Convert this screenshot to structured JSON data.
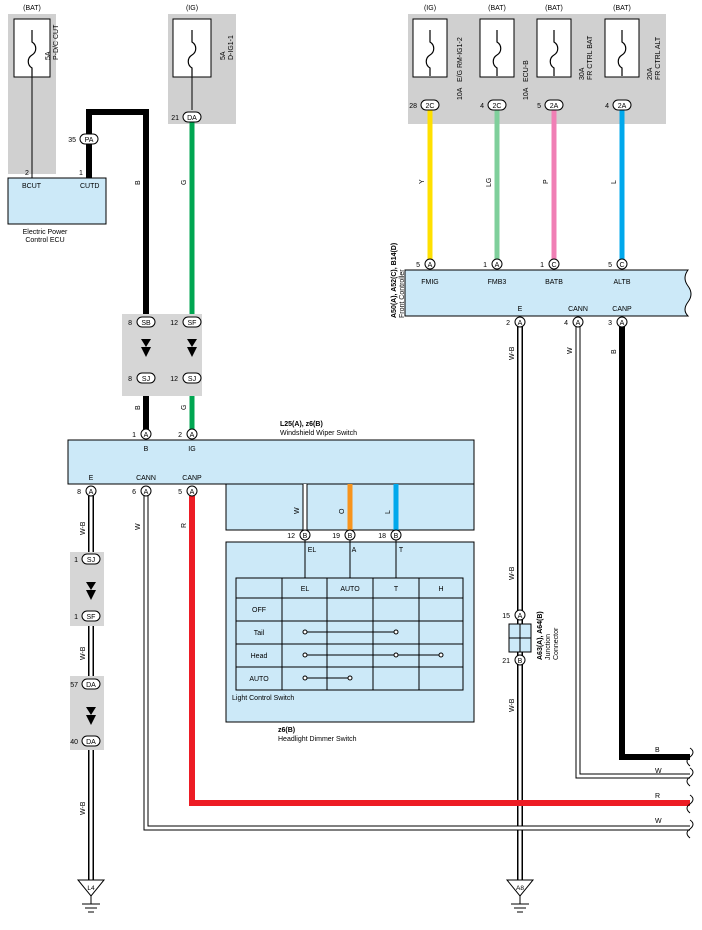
{
  "colors": {
    "black": "#000000",
    "green": "#00a651",
    "yellow": "#ffe000",
    "light_green": "#7fcf9b",
    "pink": "#f07fb5",
    "blue": "#00a8ec",
    "red": "#ed1c24",
    "white_wire": "#ffffff",
    "orange": "#f7941d",
    "component_fill": "#cce9f8",
    "fuse_box": "#d0d0d0",
    "connector_bg": "#d6d6d6"
  },
  "power": {
    "bat1": "(BAT)",
    "ig1": "(IG)",
    "ig2": "(IG)",
    "bat2": "(BAT)",
    "bat3": "(BAT)",
    "bat4": "(BAT)"
  },
  "fuses": {
    "f1": {
      "rating": "5A",
      "name": "P-D/C CUT"
    },
    "f2": {
      "rating": "5A",
      "name": "D-IG1-1"
    },
    "f3": {
      "rating": "10A",
      "name": "E/G RM-IG1-2"
    },
    "f4": {
      "rating": "10A",
      "name": "ECU-B"
    },
    "f5": {
      "rating": "30A",
      "name": "FR CTRL BAT"
    },
    "f6": {
      "rating": "20A",
      "name": "FR CTRL ALT"
    }
  },
  "ecu": {
    "name_line1": "Electric Power",
    "name_line2": "Control ECU",
    "pin_bcut": "BCUT",
    "pin_cutd": "CUTD",
    "pin2": "2",
    "pin1": "1"
  },
  "front_controller": {
    "id": "A50(A), A52(C), B14(D)",
    "name": "Front Controller",
    "pins": {
      "fmig": "FMIG",
      "fmb3": "FMB3",
      "batb": "BATB",
      "altb": "ALTB",
      "e": "E",
      "cann": "CANN",
      "canp": "CANP"
    },
    "nums": {
      "fmig": "5",
      "fmb3": "1",
      "batb": "1",
      "altb": "5",
      "e": "2",
      "cann": "4",
      "canp": "3"
    },
    "conns": {
      "fmig": "A",
      "fmb3": "A",
      "batb": "C",
      "altb": "C",
      "e": "A",
      "cann": "A",
      "canp": "A"
    }
  },
  "top_conns": {
    "pa": {
      "num": "35",
      "id": "PA"
    },
    "da": {
      "num": "21",
      "id": "DA"
    },
    "c2a": {
      "num": "28",
      "id": "2C"
    },
    "c2b": {
      "num": "4",
      "id": "2C"
    },
    "a2a": {
      "num": "5",
      "id": "2A"
    },
    "a2b": {
      "num": "4",
      "id": "2A"
    }
  },
  "mid_conns": {
    "sb": {
      "num": "8",
      "id": "SB"
    },
    "sf": {
      "num": "12",
      "id": "SF"
    },
    "sj1": {
      "num": "8",
      "id": "SJ"
    },
    "sj2": {
      "num": "12",
      "id": "SJ"
    }
  },
  "left_conns": {
    "sj": {
      "num": "1",
      "id": "SJ"
    },
    "sf": {
      "num": "1",
      "id": "SF"
    },
    "da57": {
      "num": "57",
      "id": "DA"
    },
    "da40": {
      "num": "40",
      "id": "DA"
    }
  },
  "wiper_switch": {
    "id": "L25(A), z6(B)",
    "name": "Windshield Wiper Switch",
    "pins": {
      "b": "B",
      "ig": "IG",
      "e": "E",
      "cann": "CANN",
      "canp": "CANP"
    },
    "nums": {
      "b": "1",
      "ig": "2",
      "e": "8",
      "cann": "6",
      "canp": "5"
    },
    "conns": {
      "b": "A",
      "ig": "A",
      "e": "A",
      "cann": "A",
      "canp": "A"
    }
  },
  "light_switch": {
    "pins": {
      "el": "EL",
      "a": "A",
      "t": "T"
    },
    "nums": {
      "el": "12",
      "a": "19",
      "t": "18"
    },
    "conns": {
      "el": "B",
      "a": "B",
      "t": "B"
    },
    "label": "Light Control Switch",
    "table": {
      "headers": [
        "",
        "EL",
        "AUTO",
        "T",
        "H"
      ],
      "rows": [
        "OFF",
        "Tail",
        "Head",
        "AUTO"
      ]
    }
  },
  "dimmer": {
    "id": "z6(B)",
    "name": "Headlight Dimmer Switch"
  },
  "junction": {
    "id": "A63(A), A64(B)",
    "name_line1": "Junction",
    "name_line2": "Connector",
    "top": {
      "num": "15",
      "id": "A"
    },
    "bottom": {
      "num": "21",
      "id": "B"
    }
  },
  "wire_labels": {
    "b1": "B",
    "g1": "G",
    "y": "Y",
    "lg": "LG",
    "p": "P",
    "l1": "L",
    "b2": "B",
    "g2": "G",
    "wb_fc": "W-B",
    "w_fc": "W",
    "b_fc": "B",
    "wb_sw": "W-B",
    "w_sw": "W",
    "r_sw": "R",
    "w_in": "W",
    "o_in": "O",
    "l_in": "L",
    "wb_2": "W-B",
    "wb_3": "W-B",
    "wb_4": "W-B",
    "wb_j1": "W-B",
    "wb_j2": "W-B",
    "right_b": "B",
    "right_w1": "W",
    "right_r": "R",
    "right_w2": "W"
  },
  "grounds": {
    "g1": "L4",
    "g2": "A8"
  }
}
